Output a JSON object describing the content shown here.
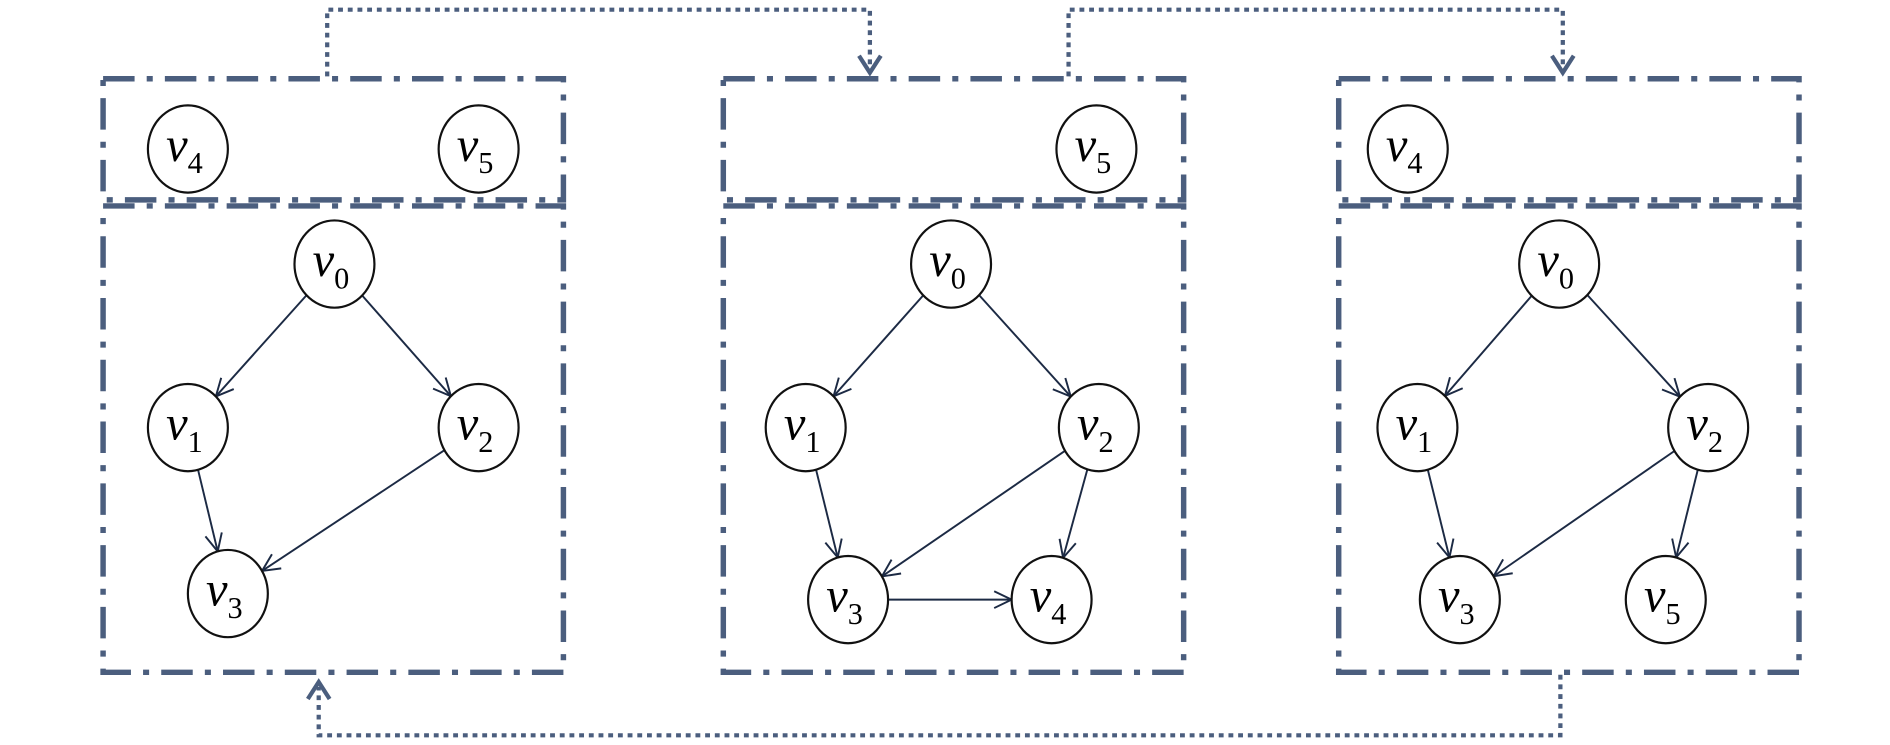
{
  "panels": [
    {
      "id": "panel-1",
      "upper_nodes": [
        "4",
        "5"
      ],
      "lower_nodes": [
        "0",
        "1",
        "2",
        "3"
      ],
      "edges": [
        [
          "0",
          "1"
        ],
        [
          "0",
          "2"
        ],
        [
          "1",
          "3"
        ],
        [
          "2",
          "3"
        ]
      ]
    },
    {
      "id": "panel-2",
      "upper_nodes": [
        "5"
      ],
      "lower_nodes": [
        "0",
        "1",
        "2",
        "3",
        "4"
      ],
      "edges": [
        [
          "0",
          "1"
        ],
        [
          "0",
          "2"
        ],
        [
          "1",
          "3"
        ],
        [
          "2",
          "3"
        ],
        [
          "2",
          "4"
        ],
        [
          "3",
          "4"
        ]
      ]
    },
    {
      "id": "panel-3",
      "upper_nodes": [
        "4"
      ],
      "lower_nodes": [
        "0",
        "1",
        "2",
        "3",
        "5"
      ],
      "edges": [
        [
          "0",
          "1"
        ],
        [
          "0",
          "2"
        ],
        [
          "1",
          "3"
        ],
        [
          "2",
          "3"
        ],
        [
          "2",
          "5"
        ]
      ]
    }
  ],
  "node_base_label": "v",
  "connectors": [
    {
      "from": "panel-1",
      "to": "panel-2"
    },
    {
      "from": "panel-2",
      "to": "panel-3"
    },
    {
      "from": "panel-3",
      "to": "panel-1"
    }
  ],
  "colors": {
    "frame": "#4b5e7e",
    "edge": "#1c2a44"
  }
}
